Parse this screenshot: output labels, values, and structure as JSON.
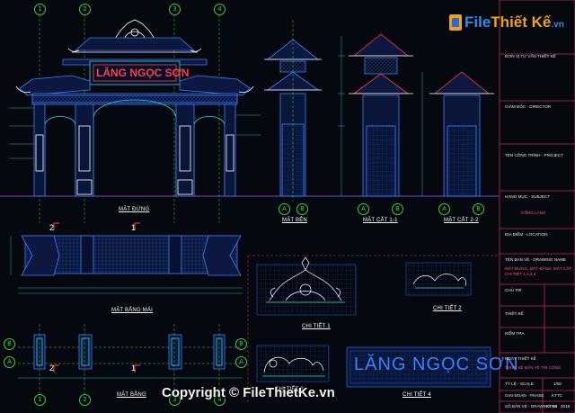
{
  "watermark": {
    "brand_main": "File",
    "brand_rest": "Thiết Kế",
    "brand_suffix": ".vn",
    "copyright": "Copyright © FileThietKe.vn"
  },
  "gate": {
    "sign_text": "LĂNG NGỌC SƠN",
    "grid_numbers": [
      "1",
      "2",
      "3",
      "4"
    ]
  },
  "view_titles": {
    "front": "MẶT ĐỨNG",
    "side": "MẶT BÊN",
    "section_1": "MẶT CẮT 1-1",
    "section_2": "MẶT CẮT 2-2",
    "plan_roof": "MẶT BẰNG MÁI",
    "plan_base": "MẶT BẰNG",
    "detail_1": "CHI TIẾT 1",
    "detail_2": "CHI TIẾT 2",
    "detail_3": "CHI TIẾT 3",
    "detail_4": "CHI TIẾT 4"
  },
  "axis_labels": {
    "a": "A",
    "b": "B",
    "one": "1",
    "two": "2"
  },
  "detail_sign": {
    "text": "LĂNG NGỌC SƠN"
  },
  "title_block": {
    "owner": "ĐƠN VỊ TƯ VẤN THIẾT KẾ",
    "director": "GIÁM ĐỐC - DIRECTOR",
    "project": "TÊN CÔNG TRÌNH - PROJECT",
    "subject_label": "HẠNG MỤC - SUBJECT",
    "subject_value": "CỔNG LĂNG",
    "location": "ĐỊA ĐIỂM - LOCATION",
    "drawing_name_label": "TÊN BẢN VẼ - DRAWING NAME",
    "drawing_name_value": "MẶT ĐỨNG, MẶT BẰNG, MẶT CẮT, CHI TIẾT 1,2,3,4",
    "chu_tri": "CHỦ TRÌ",
    "thiet_ke": "THIẾT KẾ",
    "kiem_tra": "KIỂM TRA",
    "date_label": "NGÀY THIẾT KẾ",
    "design_title": "THIẾT KẾ BẢN VẼ THI CÔNG",
    "scale_label": "TỶ LỆ - SCALE",
    "scale_value": "1/50",
    "phase_label": "GIAI ĐOẠN - PHASE",
    "phase_value": "KTTC",
    "number_label": "SỐ BẢN VẼ - DRAWING No",
    "sheet_label": "KT-06",
    "sheet_value": "2019"
  },
  "colors": {
    "background": "#05080f",
    "line_blue": "#3c7fff",
    "line_cyan": "#35d6e0",
    "line_white": "#ffffff",
    "line_green": "#3ed13e",
    "accent_red": "#ff4040",
    "frame_red": "#c22a5a",
    "brand_blue": "#2f8be6",
    "brand_orange": "#f0a020"
  }
}
